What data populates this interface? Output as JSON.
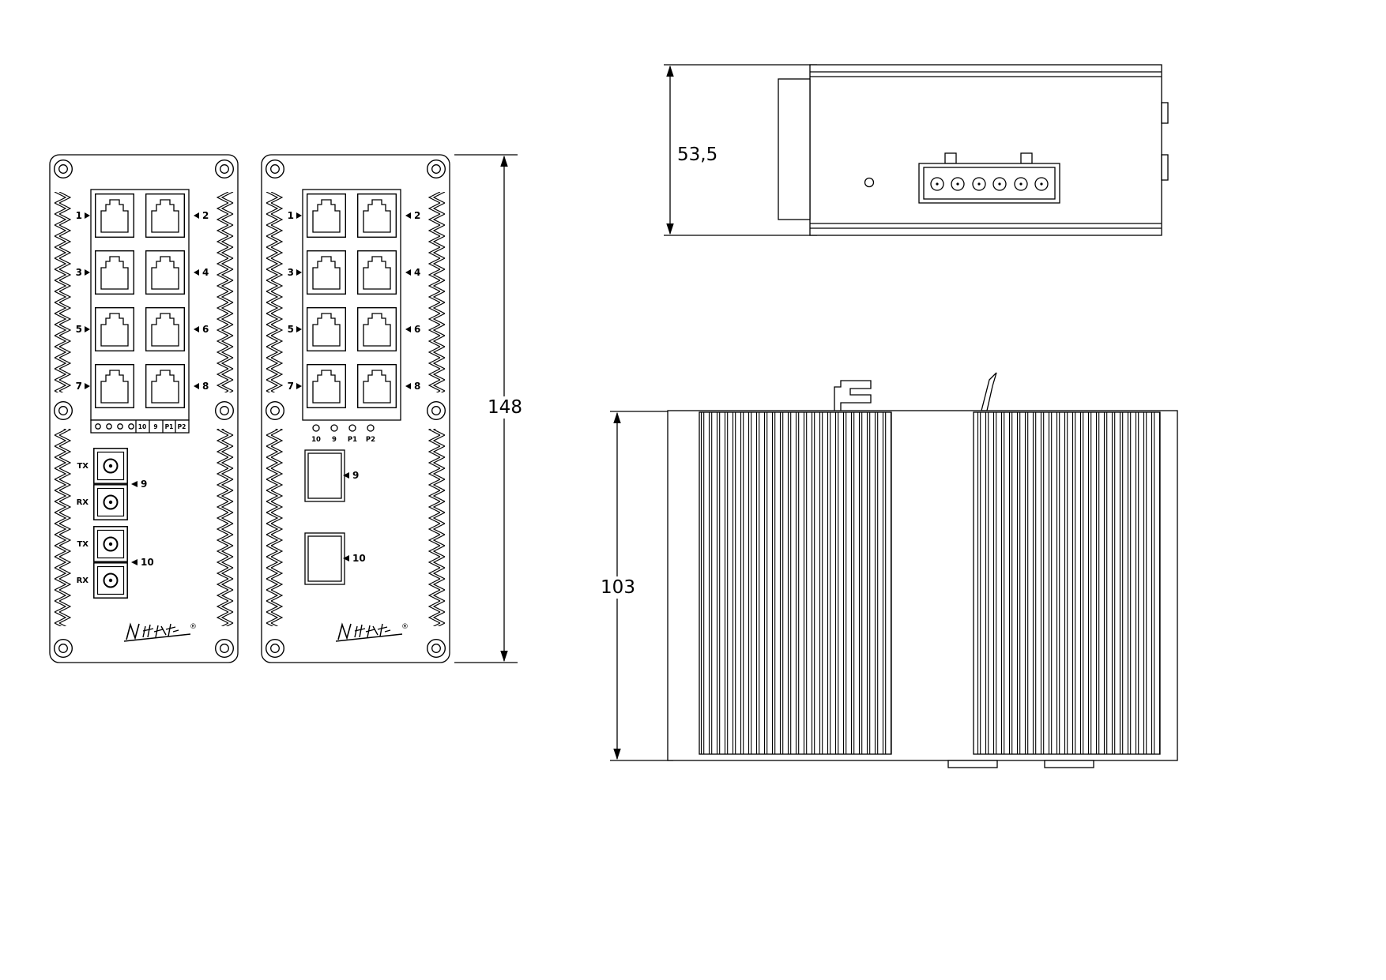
{
  "views": {
    "dimensions": {
      "front_height_mm": "148",
      "top_depth_mm": "53,5",
      "side_height_mm": "103"
    },
    "front_left": {
      "rj45_left_labels": [
        "1",
        "3",
        "5",
        "7"
      ],
      "rj45_right_labels": [
        "2",
        "4",
        "6",
        "8"
      ],
      "led_strip_labels": [
        "10",
        "9",
        "P1",
        "P2"
      ],
      "fiber_channel_labels": [
        "TX",
        "RX",
        "TX",
        "RX"
      ],
      "port9_label": "9",
      "port10_label": "10",
      "trademark": "®"
    },
    "front_middle": {
      "rj45_left_labels": [
        "1",
        "3",
        "5",
        "7"
      ],
      "rj45_right_labels": [
        "2",
        "4",
        "6",
        "8"
      ],
      "led_labels": [
        "10",
        "9",
        "P1",
        "P2"
      ],
      "port9_label": "9",
      "port10_label": "10",
      "trademark": "®"
    }
  }
}
